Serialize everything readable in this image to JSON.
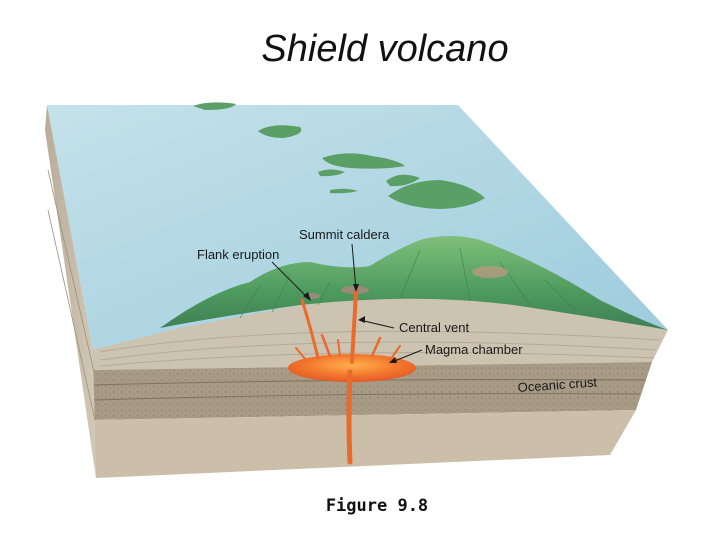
{
  "slide": {
    "title": "Shield volcano",
    "caption": "Figure 9.8"
  },
  "diagram": {
    "labels": {
      "summit_caldera": "Summit caldera",
      "flank_eruption": "Flank eruption",
      "central_vent": "Central vent",
      "magma_chamber": "Magma chamber",
      "oceanic_crust": "Oceanic crust"
    },
    "colors": {
      "ocean": "#a9d3e0",
      "island_green": "#4f9f62",
      "sediment": "#c9bfae",
      "crust": "#a79a86",
      "magma": "#ef6a2c"
    }
  }
}
